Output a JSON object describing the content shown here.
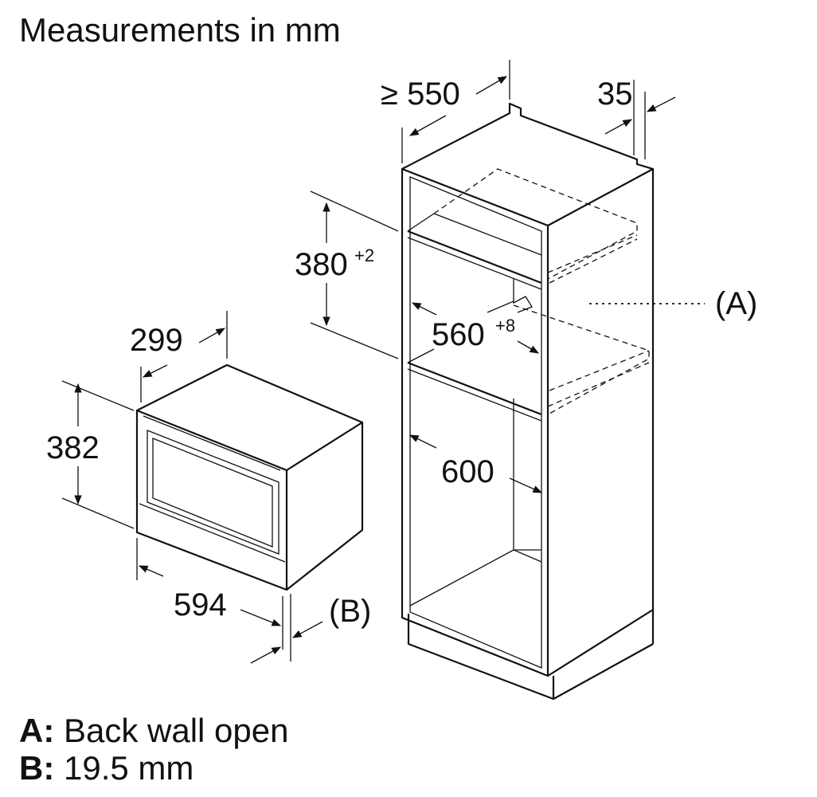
{
  "title": "Measurements in mm",
  "dimensions": {
    "niche_depth": "≥ 550",
    "side_gap": "35",
    "niche_height": "380",
    "niche_height_tol": "+2",
    "niche_width": "560",
    "niche_width_tol": "+8",
    "cabinet_width": "600",
    "appliance_depth": "299",
    "appliance_height": "382",
    "appliance_width": "594"
  },
  "callouts": {
    "a": "(A)",
    "b": "(B)"
  },
  "legend": [
    {
      "key": "A:",
      "text": "Back wall open"
    },
    {
      "key": "B:",
      "text": "19.5 mm"
    }
  ]
}
